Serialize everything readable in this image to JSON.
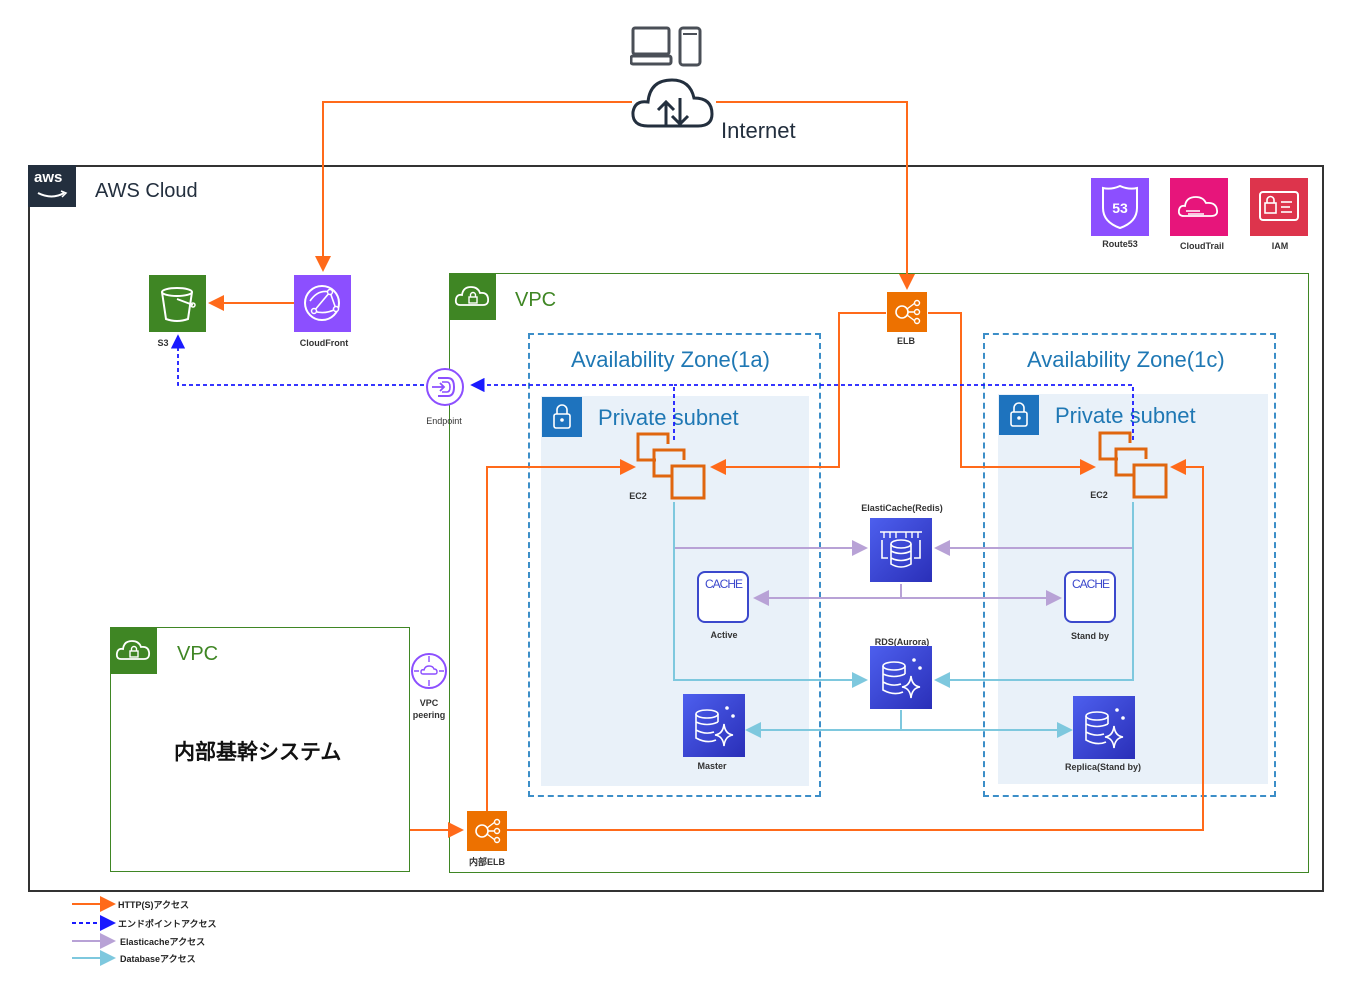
{
  "internet": {
    "label": "Internet",
    "devices_icon": "laptop-and-mobile-icon",
    "cloud_icon": "internet-cloud-icon"
  },
  "aws_cloud": {
    "label": "AWS Cloud",
    "logo_text": "aws"
  },
  "global_services": [
    {
      "label": "Route53",
      "icon": "route53-icon",
      "color": "#8c4fff"
    },
    {
      "label": "CloudTrail",
      "icon": "cloudtrail-icon",
      "color": "#e7157b"
    },
    {
      "label": "IAM",
      "icon": "iam-icon",
      "color": "#dd344c"
    }
  ],
  "edge": {
    "s3": {
      "label": "S3",
      "color": "#3f8624"
    },
    "cloudfront": {
      "label": "CloudFront",
      "color": "#8c4fff"
    },
    "endpoint": {
      "label": "Endpoint"
    }
  },
  "vpc_main": {
    "label": "VPC",
    "elb": {
      "label": "ELB",
      "color": "#ed7100"
    },
    "internal_elb": {
      "label": "内部ELB"
    },
    "az_a": {
      "label": "Availability Zone(1a)",
      "subnet": "Private subnet",
      "ec2": "EC2"
    },
    "az_c": {
      "label": "Availability Zone(1c)",
      "subnet": "Private subnet",
      "ec2": "EC2"
    },
    "elasticache": {
      "label": "ElastiCache(Redis)",
      "active": "Active",
      "standby": "Stand by",
      "cache_text": "CACHE"
    },
    "rds": {
      "label": "RDS(Aurora)",
      "master": "Master",
      "replica": "Replica(Stand by)"
    }
  },
  "vpc_internal": {
    "label": "VPC",
    "system": "内部基幹システム"
  },
  "vpc_peering": {
    "line1": "VPC",
    "line2": "peering"
  },
  "legend": [
    {
      "label": "HTTP(S)アクセス",
      "color": "#ff6a1a",
      "style": "solid"
    },
    {
      "label": "エンドポイントアクセス",
      "color": "#1a1aff",
      "style": "dashed"
    },
    {
      "label": "Elasticacheアクセス",
      "color": "#b8a2d6",
      "style": "solid"
    },
    {
      "label": "Databaseアクセス",
      "color": "#7ec8de",
      "style": "solid"
    }
  ]
}
